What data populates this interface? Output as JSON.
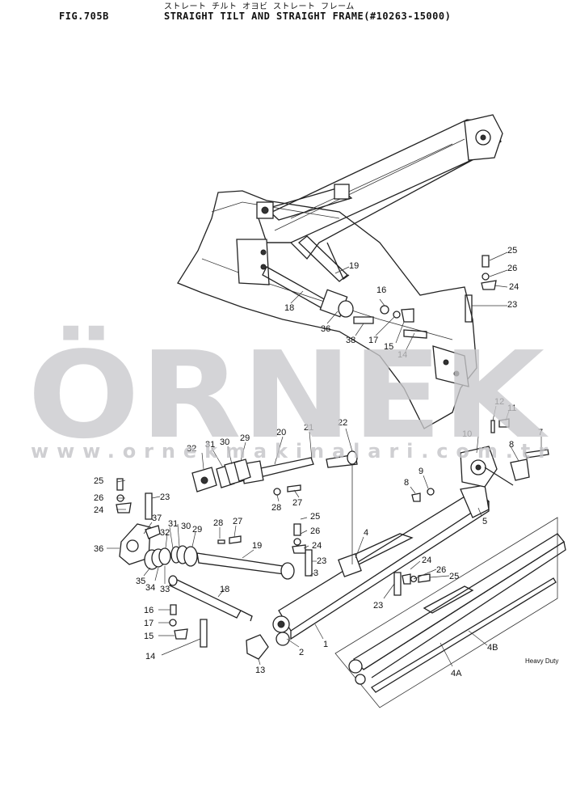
{
  "header": {
    "fig": "FIG.705B",
    "kana": "ストレート チルト オヨビ ストレート フレーム",
    "title": "STRAIGHT TILT AND STRAIGHT FRAME(#10263-15000)"
  },
  "watermark": {
    "brand": "ÖRNEK",
    "url": "www.ornekmakinalari.com.tr",
    "accent_color": "#f5c518",
    "text_color": "#c9c9cc"
  },
  "heavy_duty_note": "Heavy Duty",
  "callouts": [
    {
      "id": "c25a",
      "text": "25"
    },
    {
      "id": "c26a",
      "text": "26"
    },
    {
      "id": "c24a",
      "text": "24"
    },
    {
      "id": "c23a",
      "text": "23"
    },
    {
      "id": "c19a",
      "text": "19"
    },
    {
      "id": "c18a",
      "text": "18"
    },
    {
      "id": "c16a",
      "text": "16"
    },
    {
      "id": "c36a",
      "text": "36"
    },
    {
      "id": "c38",
      "text": "38"
    },
    {
      "id": "c17a",
      "text": "17"
    },
    {
      "id": "c15a",
      "text": "15"
    },
    {
      "id": "c14a",
      "text": "14"
    },
    {
      "id": "c12",
      "text": "12"
    },
    {
      "id": "c11",
      "text": "11"
    },
    {
      "id": "c10",
      "text": "10"
    },
    {
      "id": "c7",
      "text": "7"
    },
    {
      "id": "c8a",
      "text": "8"
    },
    {
      "id": "c21",
      "text": "21"
    },
    {
      "id": "c20",
      "text": "20"
    },
    {
      "id": "c22",
      "text": "22"
    },
    {
      "id": "c32a",
      "text": "32"
    },
    {
      "id": "c31a",
      "text": "31"
    },
    {
      "id": "c30a",
      "text": "30"
    },
    {
      "id": "c29a",
      "text": "29"
    },
    {
      "id": "c28",
      "text": "28"
    },
    {
      "id": "c27a",
      "text": "27"
    },
    {
      "id": "c9",
      "text": "9"
    },
    {
      "id": "c8b",
      "text": "8"
    },
    {
      "id": "c5",
      "text": "5"
    },
    {
      "id": "c25b",
      "text": "25"
    },
    {
      "id": "c26b",
      "text": "26"
    },
    {
      "id": "c24b",
      "text": "24"
    },
    {
      "id": "c23b",
      "text": "23"
    },
    {
      "id": "c37",
      "text": "37"
    },
    {
      "id": "c36b",
      "text": "36"
    },
    {
      "id": "c31b",
      "text": "31"
    },
    {
      "id": "c30b",
      "text": "30"
    },
    {
      "id": "c32b",
      "text": "32"
    },
    {
      "id": "c29b",
      "text": "29"
    },
    {
      "id": "c28b",
      "text": "28"
    },
    {
      "id": "c27b",
      "text": "27"
    },
    {
      "id": "c25c",
      "text": "25"
    },
    {
      "id": "c26c",
      "text": "26"
    },
    {
      "id": "c24c",
      "text": "24"
    },
    {
      "id": "c23c",
      "text": "23"
    },
    {
      "id": "c4",
      "text": "4"
    },
    {
      "id": "c19b",
      "text": "19"
    },
    {
      "id": "c35",
      "text": "35"
    },
    {
      "id": "c34",
      "text": "34"
    },
    {
      "id": "c33",
      "text": "33"
    },
    {
      "id": "c3",
      "text": "3"
    },
    {
      "id": "c18b",
      "text": "18"
    },
    {
      "id": "c16b",
      "text": "16"
    },
    {
      "id": "c17b",
      "text": "17"
    },
    {
      "id": "c15b",
      "text": "15"
    },
    {
      "id": "c14b",
      "text": "14"
    },
    {
      "id": "c13",
      "text": "13"
    },
    {
      "id": "c2",
      "text": "2"
    },
    {
      "id": "c1",
      "text": "1"
    },
    {
      "id": "c23d",
      "text": "23"
    },
    {
      "id": "c24d",
      "text": "24"
    },
    {
      "id": "c26d",
      "text": "26"
    },
    {
      "id": "c25d",
      "text": "25"
    },
    {
      "id": "c4B",
      "text": "4B"
    },
    {
      "id": "c4A",
      "text": "4A"
    }
  ]
}
